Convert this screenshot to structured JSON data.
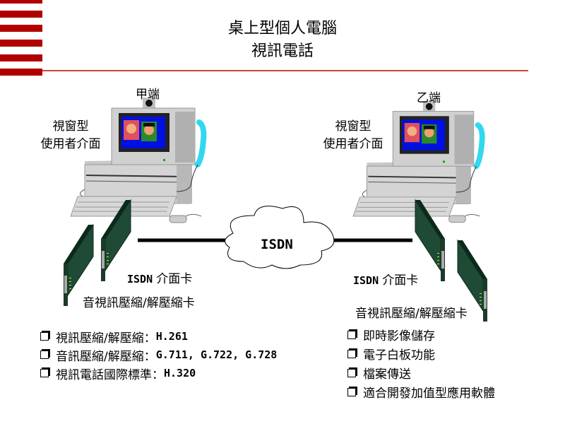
{
  "title": {
    "line1": "桌上型個人電腦",
    "line2": "視訊電話"
  },
  "colors": {
    "accent_red": "#b00000",
    "screen_blue": "#0010e0",
    "card_green": "#1f4a36",
    "phone_cyan": "#30d8f0"
  },
  "left_station": {
    "name": "甲端",
    "ui_label_1": "視窗型",
    "ui_label_2": "使用者介面",
    "isdn_card_prefix": "ISDN",
    "isdn_card_suffix": "介面卡",
    "codec_card": "音視訊壓縮/解壓縮卡"
  },
  "right_station": {
    "name": "乙端",
    "ui_label_1": "視窗型",
    "ui_label_2": "使用者介面",
    "isdn_card_prefix": "ISDN",
    "isdn_card_suffix": "介面卡",
    "codec_card": "音視訊壓縮/解壓縮卡"
  },
  "network": {
    "label": "ISDN"
  },
  "features_left": [
    {
      "label": "視訊壓縮/解壓縮：",
      "value": "H.261"
    },
    {
      "label": "音訊壓縮/解壓縮：",
      "value": "G.711, G.722, G.728"
    },
    {
      "label": "視訊電話國際標準：",
      "value": "H.320"
    }
  ],
  "features_right": [
    {
      "label": "即時影像儲存"
    },
    {
      "label": "電子白板功能"
    },
    {
      "label": "檔案傳送"
    },
    {
      "label": "適合開發加值型應用軟體"
    }
  ]
}
